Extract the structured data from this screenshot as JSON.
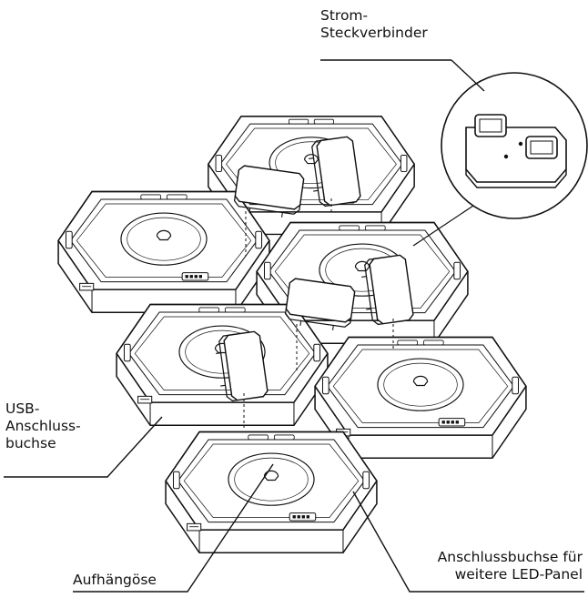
{
  "labels": {
    "strom": {
      "lines": [
        "Strom-",
        "Steckverbinder"
      ]
    },
    "usb": {
      "lines": [
        "USB-",
        "Anschluss-",
        "buchse"
      ]
    },
    "aufhaengoese": {
      "lines": [
        "Aufhängöse"
      ]
    },
    "anschlussbuchse": {
      "lines": [
        "Anschlussbuchse für",
        "weitere LED-Panel"
      ]
    }
  },
  "colors": {
    "line": "#111111",
    "background": "#ffffff",
    "panel_fill": "#ffffff",
    "detail_fill": "#e6e6e6"
  }
}
